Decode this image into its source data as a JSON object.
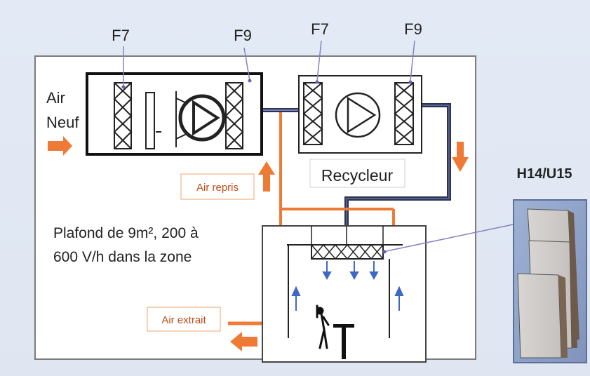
{
  "filter_labels": {
    "supply_in": "F7",
    "supply_out": "F9",
    "recycle_in": "F7",
    "recycle_out": "F9"
  },
  "air_neuf": {
    "line1": "Air",
    "line2": "Neuf"
  },
  "recycleur": "Recycleur",
  "air_repris": "Air repris",
  "air_extrait": "Air extrait",
  "plafond": {
    "line1": "Plafond de 9m², 200 à",
    "line2": "600 V/h dans la zone"
  },
  "hepa_label": "H14/U15",
  "colors": {
    "background": "#e3eaf5",
    "duct_orange": "#ef7a36",
    "duct_navy": "#2b3352",
    "airflow_arrow": "#3f68c4",
    "callout_line": "#8b7fc2",
    "label_box_border": "#f0a070",
    "label_text_orange": "#c24a16"
  }
}
